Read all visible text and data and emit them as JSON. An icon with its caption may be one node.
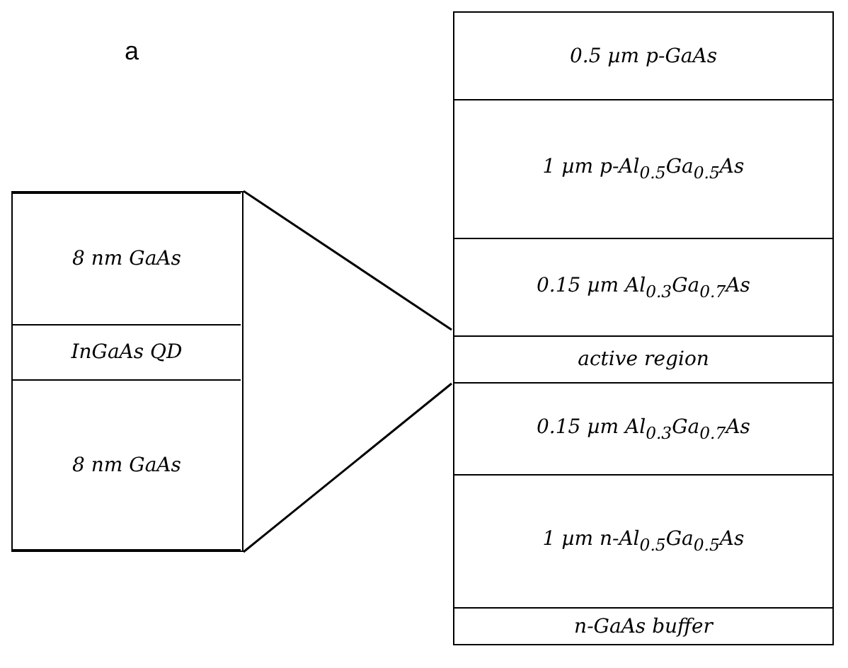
{
  "diagram": {
    "nodes": [
      {
        "text": [],
        "shape": "box"
      },
      {
        "text": [
          "8 nm GaAs"
        ],
        "in": 0
      },
      {
        "text": [
          "InGaAs QD"
        ],
        "in": 0
      },
      {
        "text": [
          "8 nm GaAs"
        ],
        "in": 0
      },
      {
        "text": [
          "0.5 µm p-GaAs"
        ]
      },
      {
        "text": [
          "1 µm p-Al$_{0.5}$Ga$_{0.5}$As"
        ]
      },
      {
        "text": [
          "0.15 µm Al$_{0.3}$Ga$_{0.7}$As"
        ]
      },
      {
        "text": [
          "active region"
        ]
      },
      {
        "text": [
          "0.15 µm Al$_{0.3}$Ga$_{0.7}$As"
        ]
      },
      {
        "text": [
          "1 µm n-Al$_{0.5}$Ga$_{0.5}$As"
        ]
      },
      {
        "text": [
          "n-GaAs buffer"
        ]
      }
    ],
    "edges": [
      {
        "from": 0,
        "to": 7,
        "arrow": "none"
      },
      {
        "from": 0,
        "to": 7,
        "arrow": "none"
      }
    ],
    "labels": [
      "a"
    ]
  }
}
